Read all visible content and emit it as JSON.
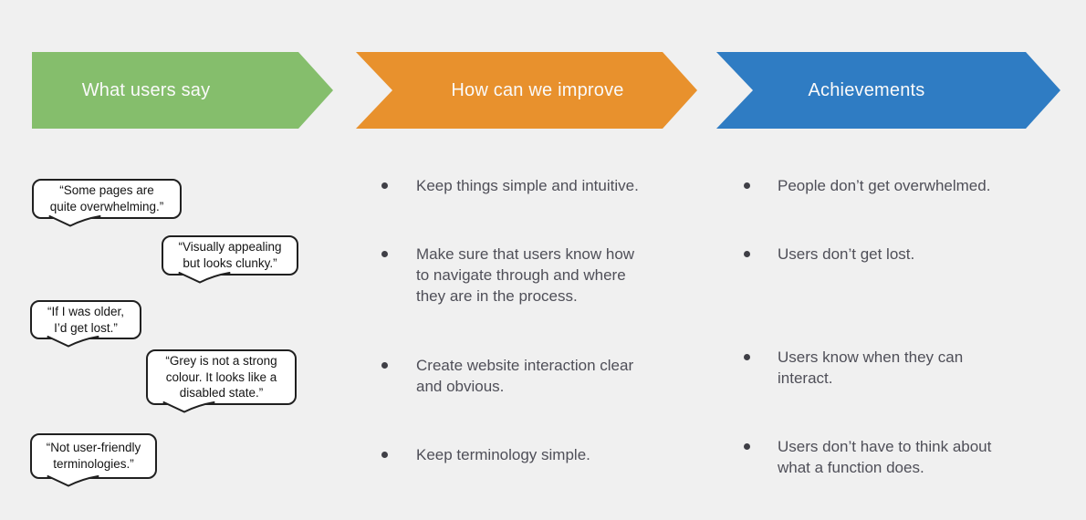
{
  "colors": {
    "background": "#F0F0F0",
    "arrow_green": "#85BE6C",
    "arrow_orange": "#E8912D",
    "arrow_blue": "#2F7CC3",
    "body_text": "#4F4F58",
    "bubble_border": "#202020",
    "bubble_fill": "#FFFFFF"
  },
  "header_arrows": [
    {
      "label": "What users say",
      "color": "#85BE6C"
    },
    {
      "label": "How can we improve",
      "color": "#E8912D"
    },
    {
      "label": "Achievements",
      "color": "#2F7CC3"
    }
  ],
  "quotes": {
    "items": [
      {
        "text": "“Some pages are\nquite overwhelming.”"
      },
      {
        "text": "“Visually appealing\nbut looks clunky.”"
      },
      {
        "text": "“If I was older,\nI’d get lost.”"
      },
      {
        "text": "“Grey is not a strong\ncolour. It looks like a\ndisabled state.”"
      },
      {
        "text": "“Not user-friendly\nterminologies.”"
      }
    ]
  },
  "improvements": {
    "items": [
      {
        "text": "Keep things simple and intuitive."
      },
      {
        "text": "Make sure that users know how\nto navigate through and where\nthey are in the process."
      },
      {
        "text": "Create website interaction clear\nand obvious."
      },
      {
        "text": "Keep terminology simple."
      }
    ]
  },
  "achievements": {
    "items": [
      {
        "text": "People don’t get overwhelmed."
      },
      {
        "text": "Users don’t get lost."
      },
      {
        "text": "Users know when they can\ninteract."
      },
      {
        "text": "Users don’t have to think about\nwhat a function does."
      }
    ]
  }
}
